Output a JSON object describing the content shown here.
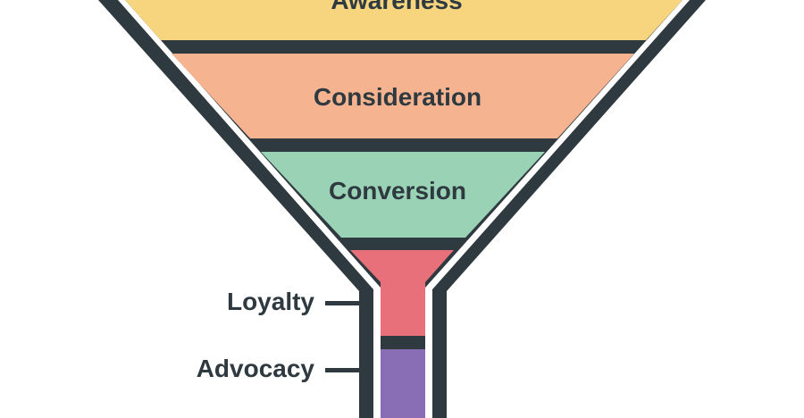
{
  "colors": {
    "outline": "#2e3a40",
    "text": "#2e3a40",
    "awareness": "#f7d57e",
    "consideration": "#f6b38f",
    "conversion": "#9ad2b6",
    "loyalty": "#e8707a",
    "advocacy": "#8a6eb5"
  },
  "stages": [
    {
      "id": "awareness",
      "label": "Awareness"
    },
    {
      "id": "consideration",
      "label": "Consideration"
    },
    {
      "id": "conversion",
      "label": "Conversion"
    },
    {
      "id": "loyalty",
      "label": "Loyalty"
    },
    {
      "id": "advocacy",
      "label": "Advocacy"
    }
  ]
}
